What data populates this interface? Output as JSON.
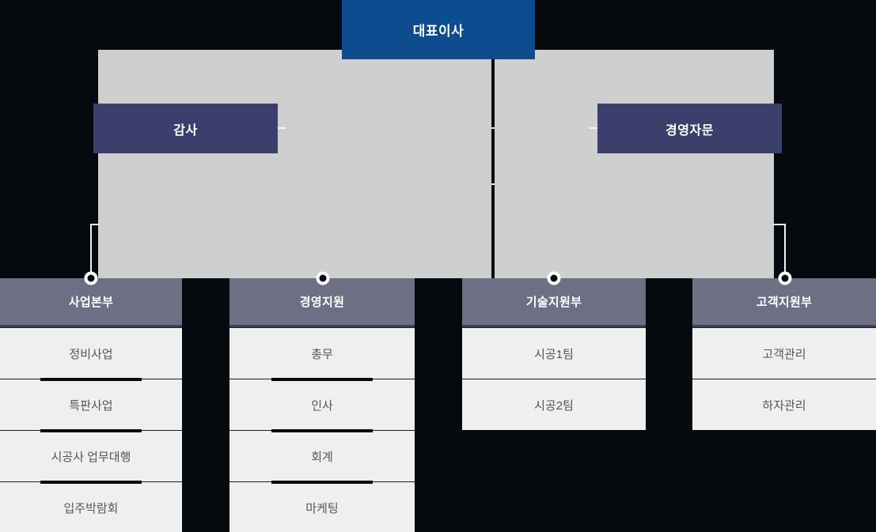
{
  "chart": {
    "type": "org-chart",
    "title_node": {
      "label": "대표이사",
      "color": "#0d4c8f"
    },
    "advisory_nodes": [
      {
        "label": "감사",
        "color": "#3b3f6b",
        "side": "left"
      },
      {
        "label": "경영자문",
        "color": "#3b3f6b",
        "side": "right"
      }
    ],
    "colors": {
      "background": "#040a0d",
      "backdrop_panel": "#cfcfd0",
      "ceo": "#0d4c8f",
      "advisory": "#3b3f6b",
      "department_header": "#6d7085",
      "item_background": "#efefef",
      "item_text": "#555555",
      "connector": "#f2f2f2"
    },
    "departments": [
      {
        "name": "사업본부",
        "items": [
          "정비사업",
          "특판사업",
          "시공사 업무대행",
          "입주박람회"
        ]
      },
      {
        "name": "경영지원",
        "items": [
          "총무",
          "인사",
          "회계",
          "마케팅"
        ]
      },
      {
        "name": "기술지원부",
        "items": [
          "시공1팀",
          "시공2팀"
        ]
      },
      {
        "name": "고객지원부",
        "items": [
          "고객관리",
          "하자관리"
        ]
      }
    ]
  }
}
